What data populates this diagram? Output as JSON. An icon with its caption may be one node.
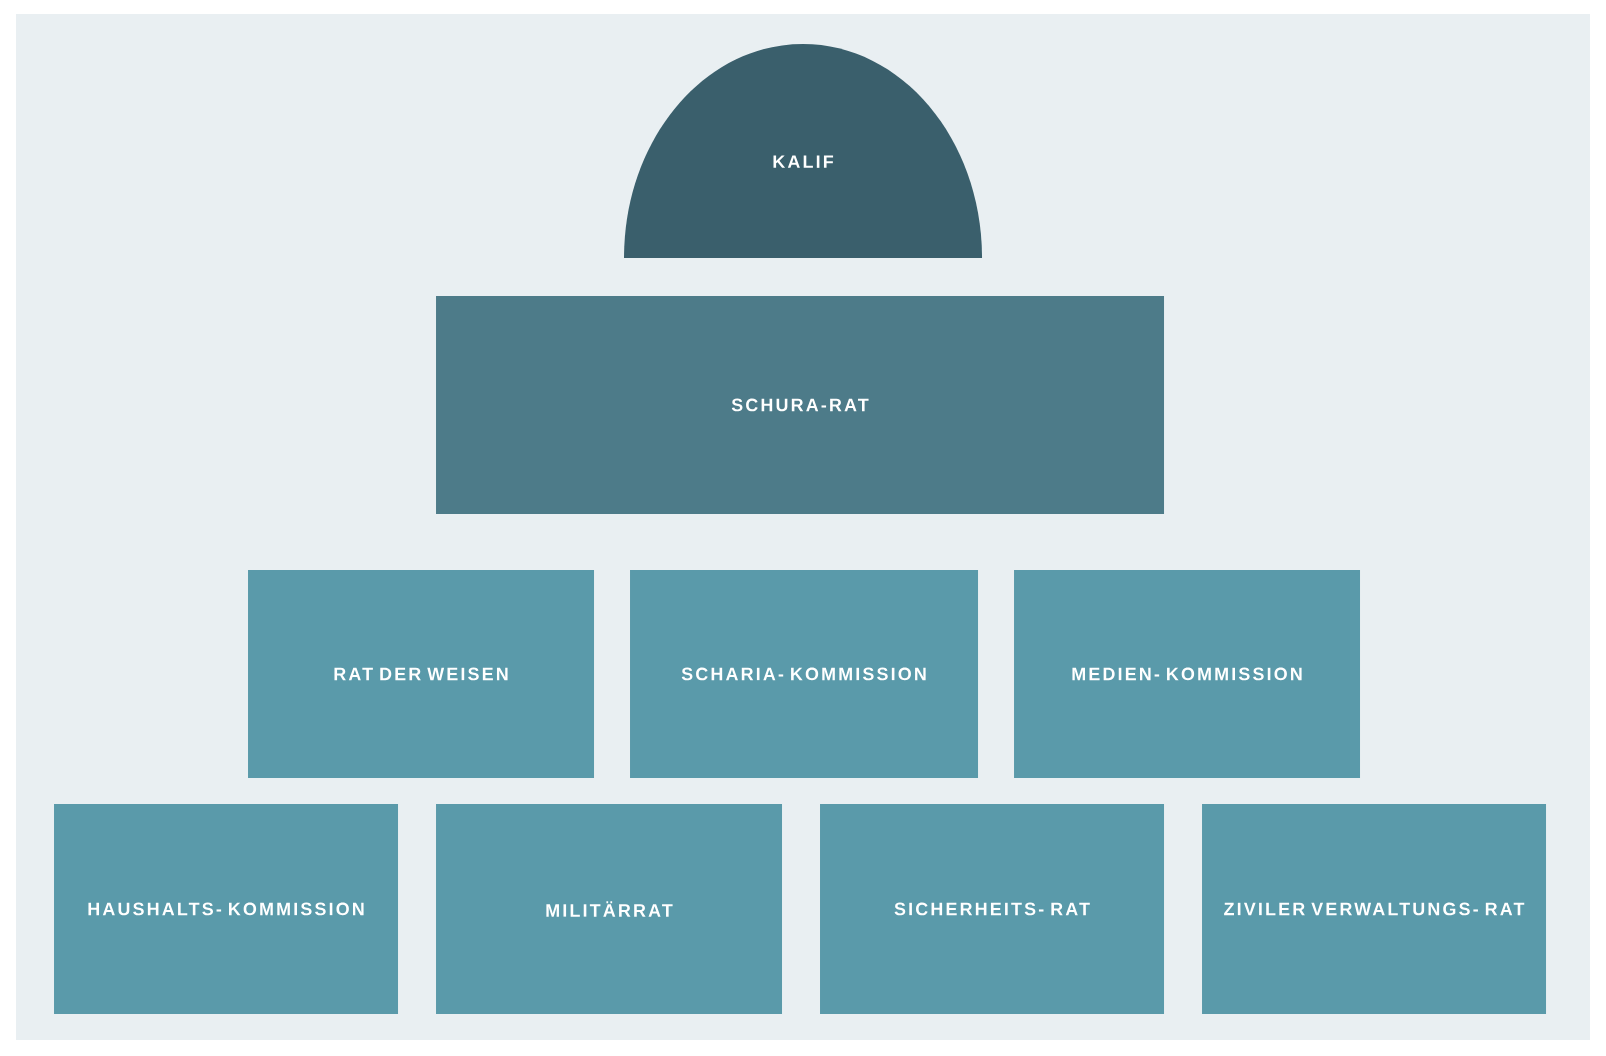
{
  "diagram": {
    "nodes": [
      {
        "text": [
          "KALIF"
        ]
      },
      {
        "text": [
          "SCHURA-RAT"
        ]
      },
      {
        "text": [
          "RAT DER WEISEN"
        ]
      },
      {
        "text": [
          "SCHARIA- KOMMISSION"
        ]
      },
      {
        "text": [
          "MEDIEN- KOMMISSION"
        ]
      },
      {
        "text": [
          "HAUSHALTS- KOMMISSION"
        ]
      },
      {
        "text": [
          "MILITÄRRAT"
        ]
      },
      {
        "text": [
          "SICHERHEITS- RAT"
        ]
      },
      {
        "text": [
          "ZIVILER VERWALTUNGS- RAT"
        ]
      }
    ]
  }
}
